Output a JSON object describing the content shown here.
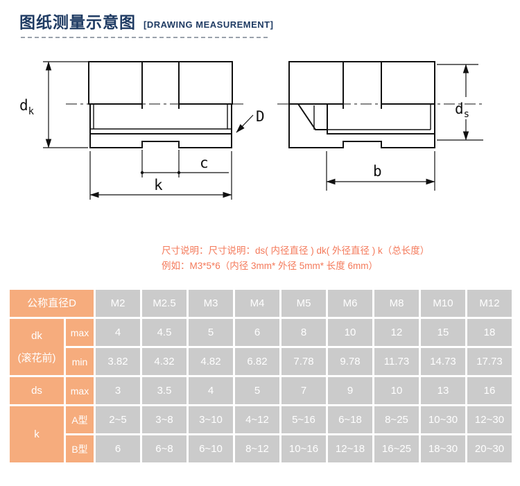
{
  "page": {
    "background": "#ffffff",
    "accent_navy": "#1f3b63",
    "accent_orange": "#f6ac7d",
    "cell_gray": "#cbcbcb",
    "note_red": "#f4795a"
  },
  "header": {
    "title": "图纸测量示意图",
    "subtitle": "[DRAWING MEASUREMENT]"
  },
  "drawing": {
    "left": {
      "outer_dia_main": "d",
      "outer_dia_sub": "k",
      "thread_label": "D",
      "notch_label": "c",
      "length_label": "k"
    },
    "right": {
      "inner_dia_main": "d",
      "inner_dia_sub": "s",
      "length_label": "b"
    }
  },
  "notes": {
    "line1": "尺寸说明：尺寸说明：ds( 内径直径 ) dk( 外径直径 )  k（总长度）",
    "line2": "例如：M3*5*6（内径 3mm* 外径 5mm* 长度 6mm）"
  },
  "table": {
    "corner_label": "公称直径D",
    "columns": [
      "M2",
      "M2.5",
      "M3",
      "M4",
      "M5",
      "M6",
      "M8",
      "M10",
      "M12"
    ],
    "row_groups": [
      {
        "label_lines": [
          "dk",
          "(滚花前)"
        ],
        "rows": [
          {
            "sub": "max",
            "values": [
              "4",
              "4.5",
              "5",
              "6",
              "8",
              "10",
              "12",
              "15",
              "18"
            ]
          },
          {
            "sub": "min",
            "values": [
              "3.82",
              "4.32",
              "4.82",
              "6.82",
              "7.78",
              "9.78",
              "11.73",
              "14.73",
              "17.73"
            ]
          }
        ]
      },
      {
        "label_lines": [
          "ds"
        ],
        "rows": [
          {
            "sub": "max",
            "values": [
              "3",
              "3.5",
              "4",
              "5",
              "7",
              "9",
              "10",
              "13",
              "16"
            ]
          }
        ]
      },
      {
        "label_lines": [
          "k"
        ],
        "rows": [
          {
            "sub": "A型",
            "values": [
              "2~5",
              "3~8",
              "3~10",
              "4~12",
              "5~16",
              "6~18",
              "8~25",
              "10~30",
              "12~30"
            ]
          },
          {
            "sub": "B型",
            "values": [
              "6",
              "6~8",
              "6~10",
              "8~12",
              "10~16",
              "12~18",
              "16~25",
              "18~30",
              "20~30"
            ]
          }
        ]
      }
    ]
  }
}
